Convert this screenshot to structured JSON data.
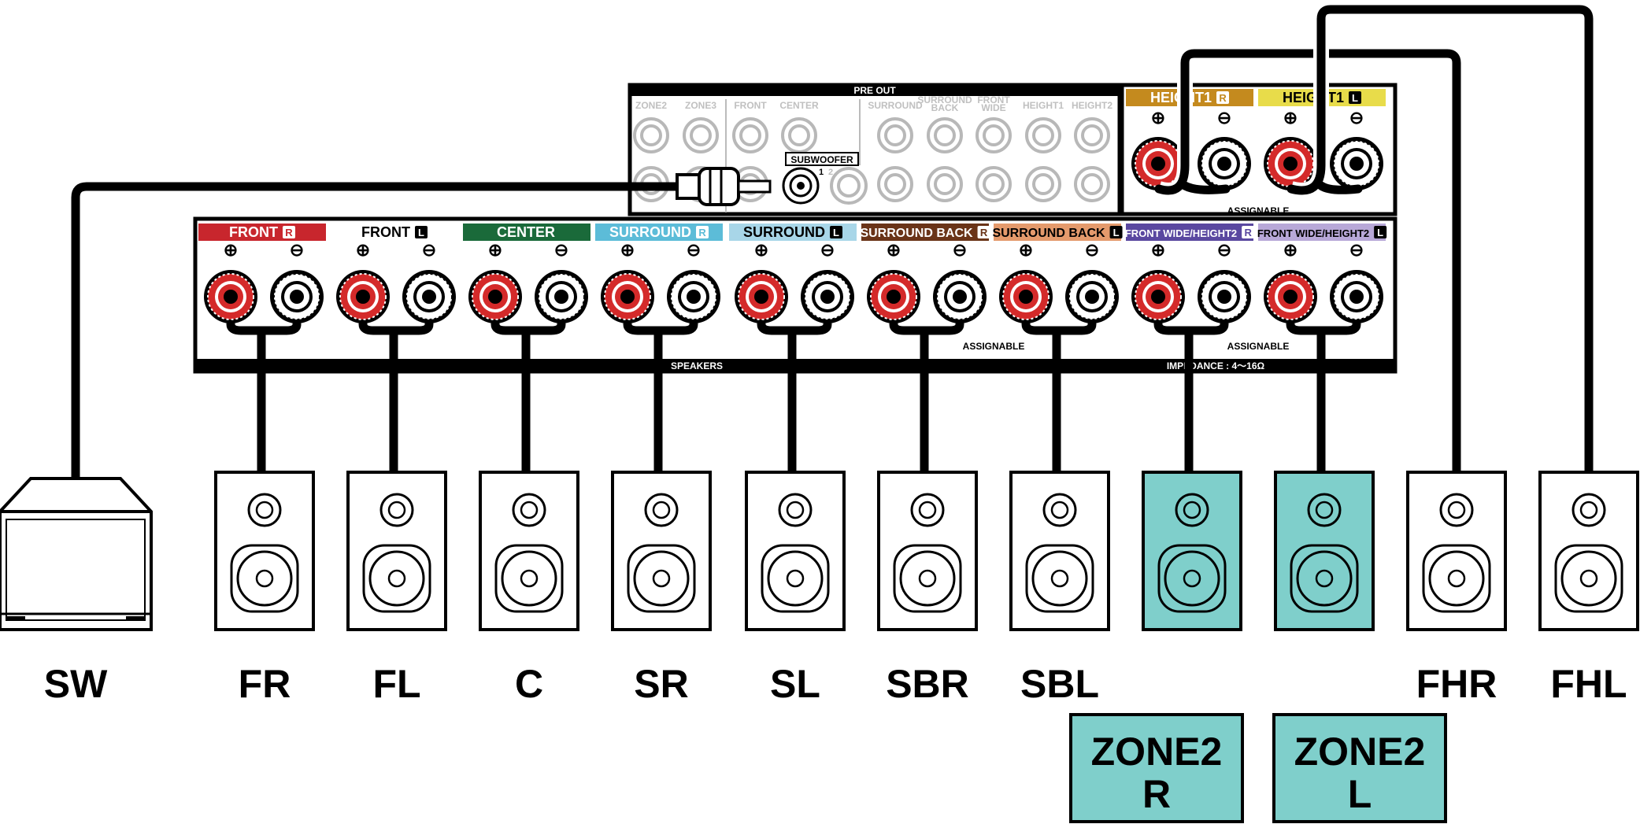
{
  "preout": {
    "title": "PRE OUT",
    "jacks": [
      "ZONE2",
      "ZONE3",
      "FRONT",
      "CENTER",
      "SURROUND",
      "SURROUND BACK",
      "FRONT WIDE",
      "HEIGHT1",
      "HEIGHT2"
    ],
    "subwoofer_label": "SUBWOOFER",
    "subwoofer_nums": [
      "1",
      "2"
    ]
  },
  "height_section": {
    "terminals": [
      {
        "label": "HEIGHT1",
        "side": "R",
        "color": "#c48a1e"
      },
      {
        "label": "HEIGHT1",
        "side": "L",
        "color": "#e8dc4a"
      }
    ],
    "assignable": "ASSIGNABLE"
  },
  "speaker_terminals": [
    {
      "label": "FRONT",
      "side": "R",
      "color": "#c8262d"
    },
    {
      "label": "FRONT",
      "side": "L",
      "color": "#ffffff"
    },
    {
      "label": "CENTER",
      "side": "",
      "color": "#1a6a3a"
    },
    {
      "label": "SURROUND",
      "side": "R",
      "color": "#5cbcd8"
    },
    {
      "label": "SURROUND",
      "side": "L",
      "color": "#a8d6e8"
    },
    {
      "label": "SURROUND BACK",
      "side": "R",
      "color": "#6a3418"
    },
    {
      "label": "SURROUND BACK",
      "side": "L",
      "color": "#e49a6c"
    },
    {
      "label": "FRONT WIDE/HEIGHT2",
      "side": "R",
      "color": "#5a48a0"
    },
    {
      "label": "FRONT WIDE/HEIGHT2",
      "side": "L",
      "color": "#b8a8d8"
    }
  ],
  "bottom_bar": {
    "speakers": "SPEAKERS",
    "assignable_1": "ASSIGNABLE",
    "assignable_2": "ASSIGNABLE",
    "impedance": "IMPEDANCE : 4～16Ω"
  },
  "polarity": {
    "plus": "⊕",
    "minus": "⊖"
  },
  "speakers": [
    {
      "label": "SW",
      "type": "subwoofer",
      "highlight": false
    },
    {
      "label": "FR",
      "type": "speaker",
      "highlight": false
    },
    {
      "label": "FL",
      "type": "speaker",
      "highlight": false
    },
    {
      "label": "C",
      "type": "speaker",
      "highlight": false
    },
    {
      "label": "SR",
      "type": "speaker",
      "highlight": false
    },
    {
      "label": "SL",
      "type": "speaker",
      "highlight": false
    },
    {
      "label": "SBR",
      "type": "speaker",
      "highlight": false
    },
    {
      "label": "SBL",
      "type": "speaker",
      "highlight": false
    },
    {
      "label": "",
      "type": "speaker",
      "highlight": true
    },
    {
      "label": "",
      "type": "speaker",
      "highlight": true
    },
    {
      "label": "FHR",
      "type": "speaker",
      "highlight": false
    },
    {
      "label": "FHL",
      "type": "speaker",
      "highlight": false
    }
  ],
  "zone_boxes": [
    {
      "line1": "ZONE2",
      "line2": "R"
    },
    {
      "line1": "ZONE2",
      "line2": "L"
    }
  ],
  "colors": {
    "red_terminal": "#d42a2a",
    "highlight_fill": "#7fcfcb"
  }
}
